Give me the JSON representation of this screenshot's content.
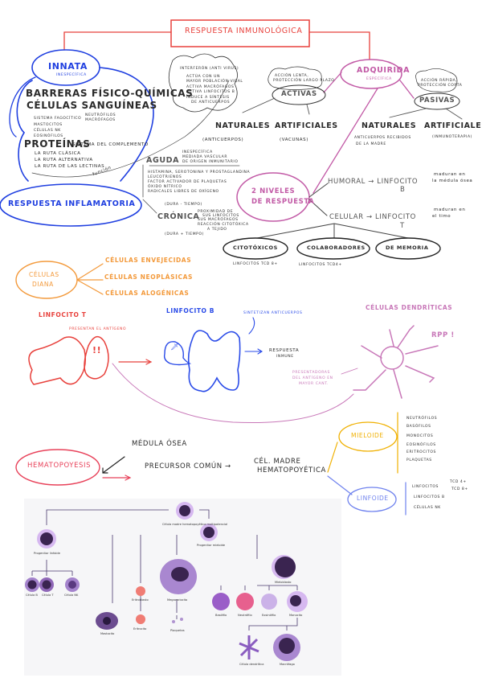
{
  "title": "Respuesta inmunológica",
  "colors": {
    "title": "#e8413c",
    "innata": "#1f3fe0",
    "adquirida": "#c25aa6",
    "diana": "#f39a3c",
    "linfocito_t": "#e8413c",
    "linfocito_b": "#2a4be8",
    "dendriticas": "#c877b8",
    "hematopoyesis": "#e8425a",
    "mieloide": "#f0b000",
    "linfoide": "#6f82ee"
  },
  "innata": {
    "label": "Innata",
    "sub": "inespecífica",
    "barreras": "Barreras físico-químicas",
    "celulas": {
      "label": "Células sanguíneas",
      "items": [
        "sistema fagocítico",
        "mastocitos",
        "células NK",
        "eosinófilos"
      ],
      "fagocitico": [
        "neutrófilos",
        "macrófagos"
      ]
    },
    "proteinas": {
      "label": "Proteínas",
      "sub": "sistema del complemento",
      "items": [
        "la ruta clásica",
        "la ruta alternativa",
        "la ruta de las lectinas"
      ]
    },
    "funcion": "función"
  },
  "inflamatoria": {
    "label": "Respuesta inflamatoria",
    "aguda": {
      "label": "Aguda",
      "traits": [
        "inespecífica",
        "mediada vascular",
        "de origen inmunitario"
      ],
      "items": [
        "histamina, serotonina y prostaglandina",
        "leucotrienos",
        "factor activador de plaquetas",
        "óxido nítrico",
        "radicales libres de oxígeno"
      ],
      "duracion": "(dura - tiempo)"
    },
    "cronica": {
      "label": "Crónica",
      "traits": [
        "proximidad de",
        "sus linfocitos",
        "sus macrófagos",
        "reacción citotóxica",
        "a tejido"
      ],
      "duracion": "(dura + tiempo)"
    }
  },
  "interferon": {
    "title": "Interferón (anti virus)",
    "lines": [
      "actúa con un",
      "mayor población viral",
      "activa macrófagos",
      "activa linfocitos B",
      "induce a síntesis",
      "de anticuerpos"
    ]
  },
  "adquirida": {
    "label": "Adquirida",
    "sub": "específica",
    "activas": {
      "label": "Activas",
      "note": [
        "acción lenta,",
        "protección largo plazo"
      ],
      "naturales": "Naturales",
      "naturales_note": "(anticuerpos)",
      "artificiales": "Artificiales",
      "artificiales_note": "(vacunas)"
    },
    "pasivas": {
      "label": "Pasivas",
      "note": [
        "acción rápida,",
        "protección corta"
      ],
      "naturales": "Naturales",
      "naturales_note": [
        "anticuerpos recibidos",
        "de la madre"
      ],
      "artificiales": "Artificiales",
      "artificiales_note": "(inmunoterapia)"
    }
  },
  "niveles": {
    "label": [
      "2 niveles",
      "de respuesta"
    ],
    "humoral": "Humoral → Linfocito",
    "humoral_letter": "B",
    "humoral_note": [
      "maduran en",
      "la médula ósea"
    ],
    "celular": "Celular → Linfocito",
    "celular_letter": "T",
    "celular_note": [
      "maduran en",
      "el timo"
    ],
    "tipos": [
      {
        "label": "Citotóxicos",
        "note": "linfocitos TCD 8+"
      },
      {
        "label": "Colaboradores",
        "note": "linfocitos TCD4+"
      },
      {
        "label": "De memoria",
        "note": ""
      }
    ]
  },
  "diana": {
    "label": [
      "Células",
      "diana"
    ],
    "items": [
      "Células envejecidas",
      "Células neoplásicas",
      "Células alogénicas"
    ]
  },
  "interaccion": {
    "linfocito_t": "Linfocito T",
    "presentan": "presentan el antígeno",
    "linfocito_b": "Linfocito B",
    "sintetizan": "sintetizan anticuerpos",
    "respuesta": [
      "respuesta",
      "inmune"
    ],
    "dendriticas": "Células dendríticas",
    "rpp": "RPP !",
    "presentadoras": [
      "presentadoras",
      "del antígeno en",
      "mayor cant."
    ]
  },
  "hematopoyesis": {
    "label": "Hematopoyesis",
    "medula": "Médula ósea",
    "precursor": "Precursor común →",
    "madre": [
      "Cél. madre",
      "hematopoyética"
    ],
    "mieloide": {
      "label": "Mieloide",
      "items": [
        "neutrófilos",
        "basófilos",
        "monocitos",
        "eosinófilos",
        "eritrocitos",
        "plaquetas"
      ]
    },
    "linfoide": {
      "label": "Linfoide",
      "linfocitos": "linfocitos",
      "t": [
        "TCD 4+",
        "TCD 8+"
      ],
      "items": [
        "linfocitos B",
        "células NK"
      ]
    }
  },
  "figura": {
    "labels": [
      "Célula madre hematopoyética multipotencial",
      "Progenitor linfoide",
      "Célula B",
      "Célula T",
      "Célula NK",
      "Progenitor mieloide",
      "Mastocito",
      "Eritroblasto",
      "Eritrocito",
      "Megacariocito",
      "Plaquetas",
      "Mieloblasto",
      "Basófilo",
      "Neutrófilo",
      "Eosinófilo",
      "Monocito",
      "Célula dendrítica",
      "Macrófago"
    ]
  }
}
